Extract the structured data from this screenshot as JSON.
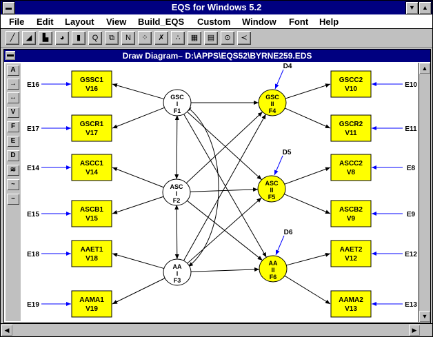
{
  "window": {
    "title": "EQS for Windows 5.2"
  },
  "menu": [
    "File",
    "Edit",
    "Layout",
    "View",
    "Build_EQS",
    "Custom",
    "Window",
    "Font",
    "Help"
  ],
  "document": {
    "title": "Draw Diagram– D:\\APPS\\EQS52\\BYRNE259.EDS"
  },
  "palette_tools": [
    "A",
    "→",
    "↔",
    "V",
    "F",
    "E",
    "D",
    "≋",
    "~",
    "~"
  ],
  "colors": {
    "box_fill": "#ffff00",
    "factor_fill": "#ffff00",
    "error_arrow": "#0000ff"
  },
  "diagram": {
    "observed_left": [
      {
        "id": "v16",
        "l1": "GSSC1",
        "l2": "V16",
        "error": "E16"
      },
      {
        "id": "v17",
        "l1": "GSCR1",
        "l2": "V17",
        "error": "E17"
      },
      {
        "id": "v14",
        "l1": "ASCC1",
        "l2": "V14",
        "error": "E14"
      },
      {
        "id": "v15",
        "l1": "ASCB1",
        "l2": "V15",
        "error": "E15"
      },
      {
        "id": "v18",
        "l1": "AAET1",
        "l2": "V18",
        "error": "E18"
      },
      {
        "id": "v19",
        "l1": "AAMA1",
        "l2": "V19",
        "error": "E19"
      }
    ],
    "observed_right": [
      {
        "id": "v10",
        "l1": "GSCC2",
        "l2": "V10",
        "error": "E10"
      },
      {
        "id": "v11",
        "l1": "GSCR2",
        "l2": "V11",
        "error": "E11"
      },
      {
        "id": "v8",
        "l1": "ASCC2",
        "l2": "V8",
        "error": "E8"
      },
      {
        "id": "v9",
        "l1": "ASCB2",
        "l2": "V9",
        "error": "E9"
      },
      {
        "id": "v12",
        "l1": "AAET2",
        "l2": "V12",
        "error": "E12"
      },
      {
        "id": "v13",
        "l1": "AAMA2",
        "l2": "V13",
        "error": "E13"
      }
    ],
    "factors_left": [
      {
        "id": "f1",
        "l1": "GSC",
        "l2": "I",
        "l3": "F1"
      },
      {
        "id": "f2",
        "l1": "ASC",
        "l2": "I",
        "l3": "F2"
      },
      {
        "id": "f3",
        "l1": "AA",
        "l2": "I",
        "l3": "F3"
      }
    ],
    "factors_right": [
      {
        "id": "f4",
        "l1": "GSC",
        "l2": "II",
        "l3": "F4",
        "disturbance": "D4"
      },
      {
        "id": "f5",
        "l1": "ASC",
        "l2": "II",
        "l3": "F5",
        "disturbance": "D5"
      },
      {
        "id": "f6",
        "l1": "AA",
        "l2": "II",
        "l3": "F6",
        "disturbance": "D6"
      }
    ]
  }
}
